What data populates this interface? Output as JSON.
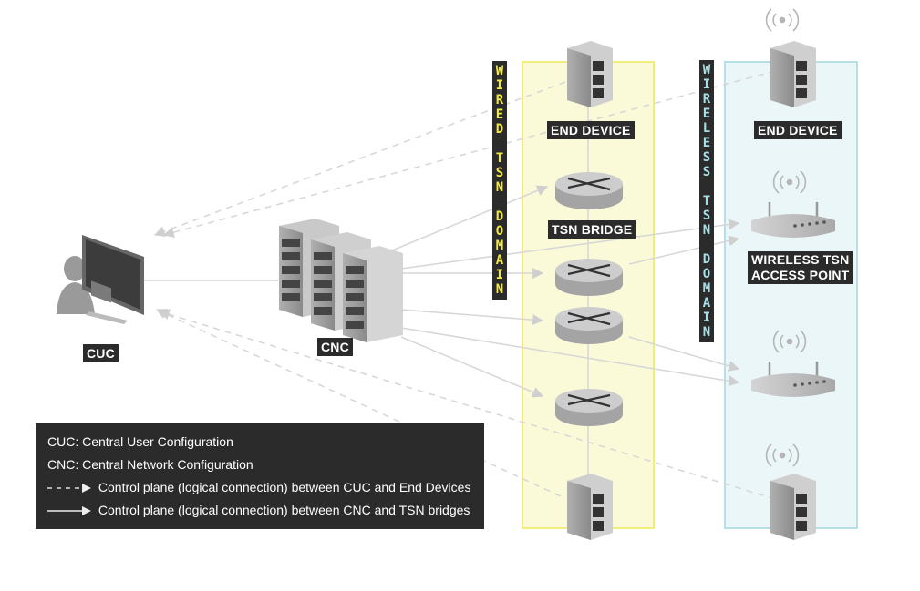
{
  "labels": {
    "cuc": "CUC",
    "cnc": "CNC",
    "end_device_wired": "END DEVICE",
    "end_device_wireless": "END DEVICE",
    "tsn_bridge": "TSN BRIDGE",
    "wireless_ap_line1": "WIRELESS TSN",
    "wireless_ap_line2": "ACCESS POINT"
  },
  "domains": {
    "wired": {
      "letters": [
        "W",
        "I",
        "R",
        "E",
        "D",
        " ",
        "T",
        "S",
        "N",
        " ",
        "D",
        "O",
        "M",
        "A",
        "I",
        "N"
      ],
      "color": "#f2e84a"
    },
    "wireless": {
      "letters": [
        "W",
        "I",
        "R",
        "E",
        "L",
        "E",
        "S",
        "S",
        " ",
        "T",
        "S",
        "N",
        " ",
        "D",
        "O",
        "M",
        "A",
        "I",
        "N"
      ],
      "color": "#a8dfe6"
    }
  },
  "legend": {
    "cuc_def": "CUC: Central User Configuration",
    "cnc_def": "CNC: Central Network Configuration",
    "dashed_def": "Control plane (logical connection) between CUC and End Devices",
    "solid_def": "Control plane (logical connection) between CNC and TSN bridges"
  },
  "colors": {
    "wired_fill": "#fbfad8",
    "wired_border": "#f2ec7a",
    "wireless_fill": "#eaf6f8",
    "wireless_border": "#b6e0e6",
    "label_bg": "#2b2b2b",
    "line": "#d6d6d6"
  }
}
